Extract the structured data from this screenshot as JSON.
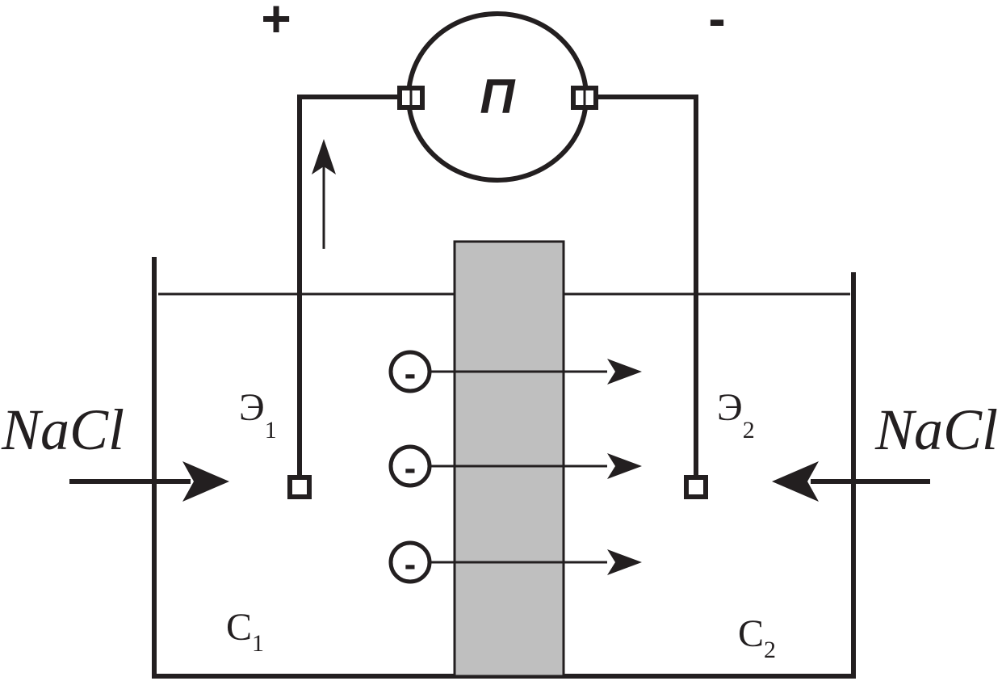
{
  "colors": {
    "ink": "#231f20",
    "membrane_fill": "#bfbfbf",
    "background": "#ffffff"
  },
  "terminals": {
    "positive": "+",
    "negative": "-"
  },
  "device": {
    "label": "П"
  },
  "electrodes": {
    "left": {
      "letter": "Э",
      "index": "1"
    },
    "right": {
      "letter": "Э",
      "index": "2"
    }
  },
  "chambers": {
    "left": {
      "letter": "C",
      "index": "1"
    },
    "right": {
      "letter": "C",
      "index": "2"
    }
  },
  "inflows": {
    "left": "NaCl",
    "right": "NaCl"
  },
  "ions": {
    "sign": "-",
    "count": 3
  }
}
